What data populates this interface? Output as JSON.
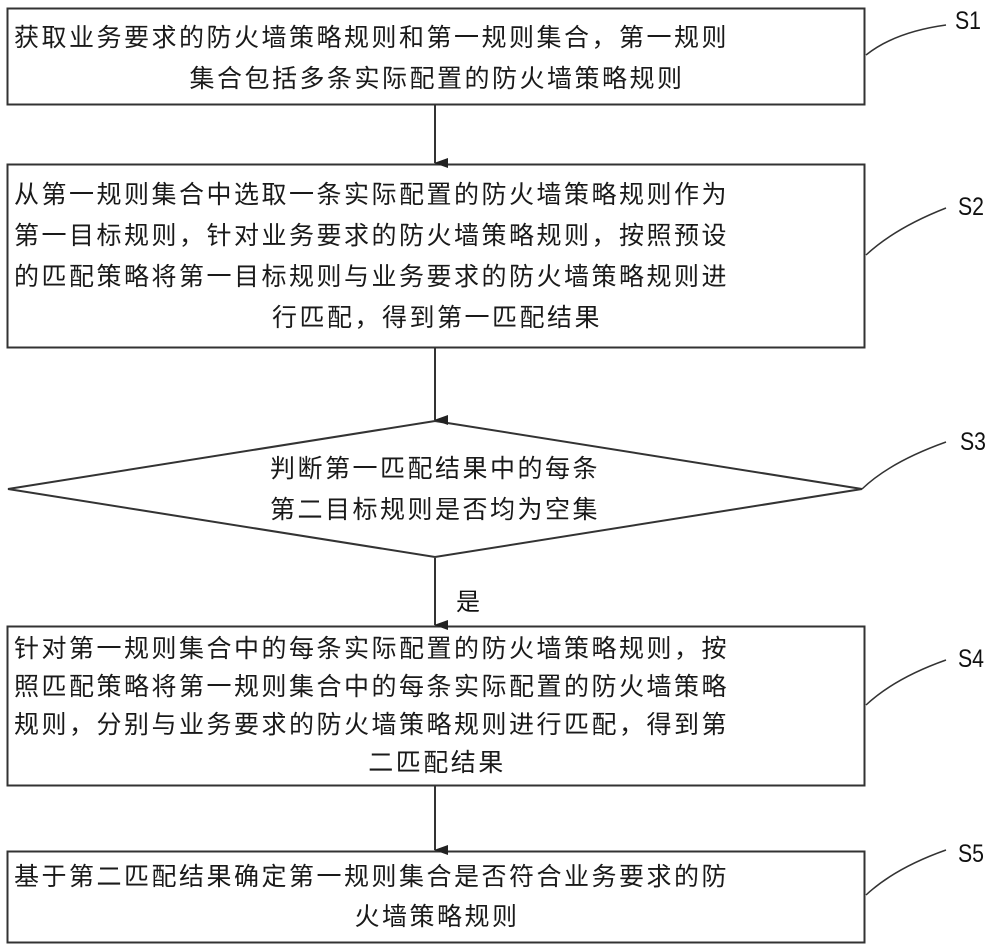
{
  "diagram": {
    "type": "flowchart",
    "steps": [
      {
        "id": "S1",
        "label": "S1",
        "shape": "process",
        "lines": [
          "获取业务要求的防火墙策略规则和第一规则集合，第一规则",
          "集合包括多条实际配置的防火墙策略规则"
        ]
      },
      {
        "id": "S2",
        "label": "S2",
        "shape": "process",
        "lines": [
          "从第一规则集合中选取一条实际配置的防火墙策略规则作为",
          "第一目标规则，针对业务要求的防火墙策略规则，按照预设",
          "的匹配策略将第一目标规则与业务要求的防火墙策略规则进",
          "行匹配，得到第一匹配结果"
        ]
      },
      {
        "id": "S3",
        "label": "S3",
        "shape": "decision",
        "lines": [
          "判断第一匹配结果中的每条",
          "第二目标规则是否均为空集"
        ]
      },
      {
        "id": "S4",
        "label": "S4",
        "shape": "process",
        "lines": [
          "针对第一规则集合中的每条实际配置的防火墙策略规则，按",
          "照匹配策略将第一规则集合中的每条实际配置的防火墙策略",
          "规则，分别与业务要求的防火墙策略规则进行匹配，得到第",
          "二匹配结果"
        ]
      },
      {
        "id": "S5",
        "label": "S5",
        "shape": "process",
        "lines": [
          "基于第二匹配结果确定第一规则集合是否符合业务要求的防",
          "火墙策略规则"
        ]
      }
    ],
    "edges": [
      {
        "from": "S1",
        "to": "S2",
        "label": ""
      },
      {
        "from": "S2",
        "to": "S3",
        "label": ""
      },
      {
        "from": "S3",
        "to": "S4",
        "label": "是"
      },
      {
        "from": "S4",
        "to": "S5",
        "label": ""
      }
    ],
    "colors": {
      "stroke": "#333333",
      "text": "#1a1a1a",
      "background": "#ffffff"
    }
  }
}
